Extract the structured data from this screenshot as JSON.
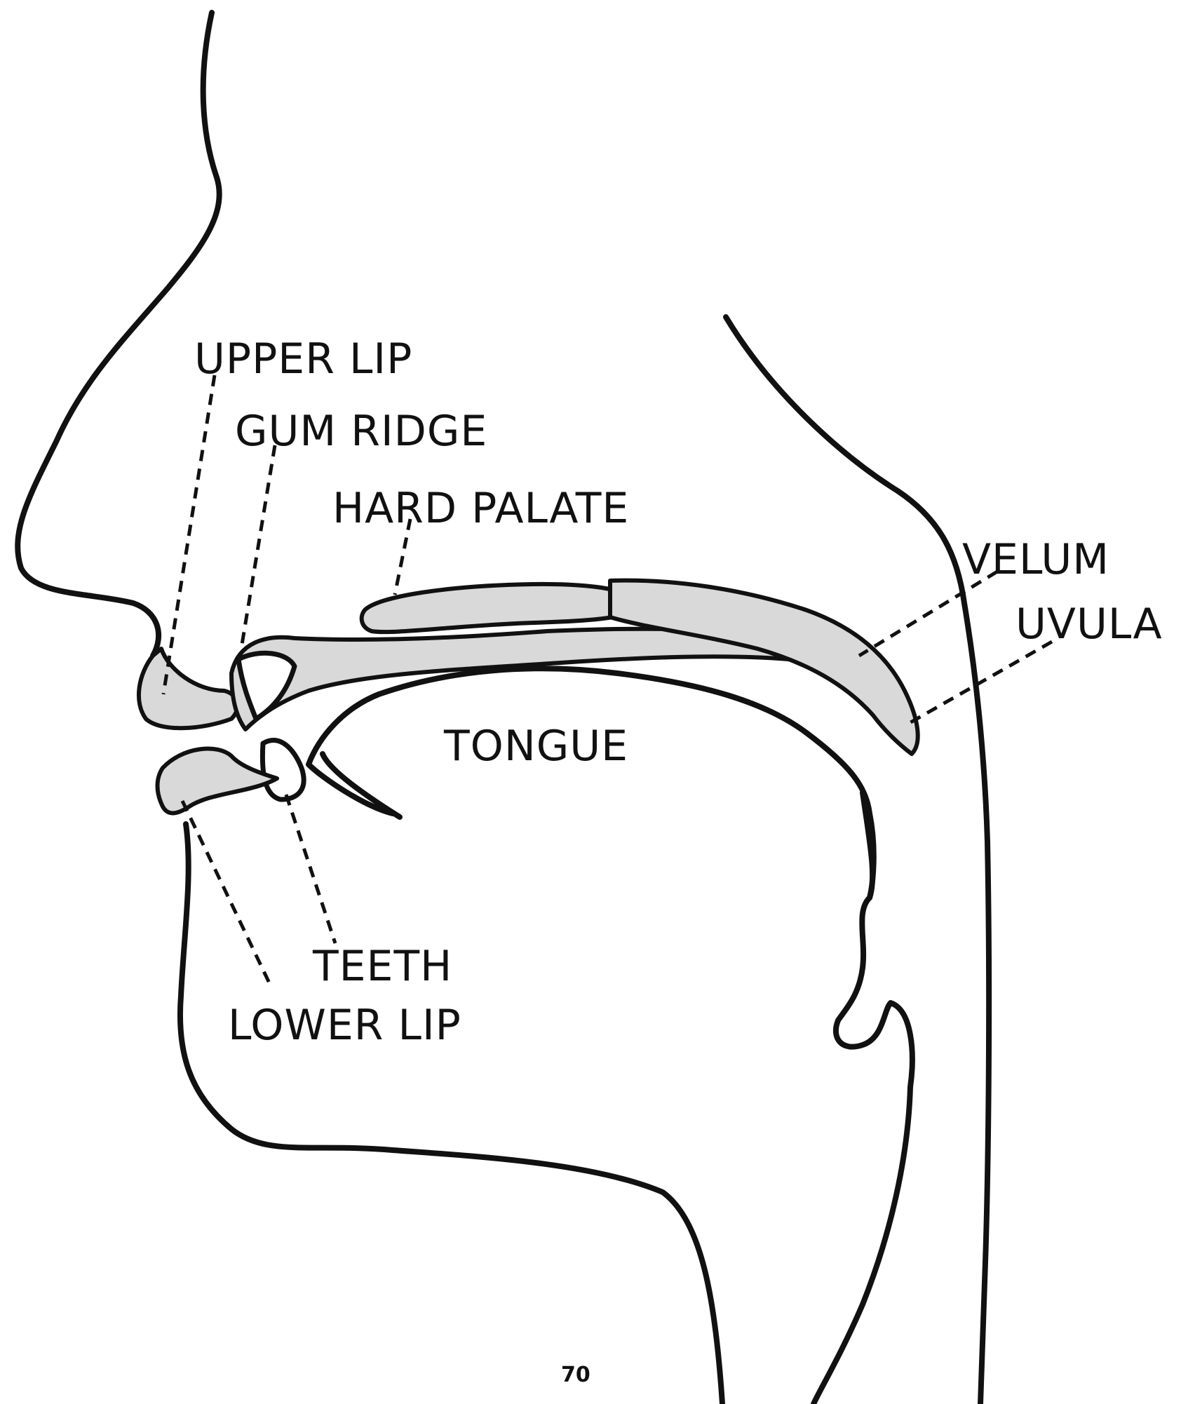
{
  "diagram": {
    "labels": {
      "upper_lip": "UPPER LIP",
      "gum_ridge": "GUM RIDGE",
      "hard_palate": "HARD PALATE",
      "velum": "VELUM",
      "uvula": "UVULA",
      "tongue": "TONGUE",
      "teeth": "TEETH",
      "lower_lip": "LOWER LIP"
    },
    "page_number": "70",
    "colors": {
      "ink": "#111111",
      "shading": "#d9d9d9",
      "background": "#ffffff"
    }
  }
}
